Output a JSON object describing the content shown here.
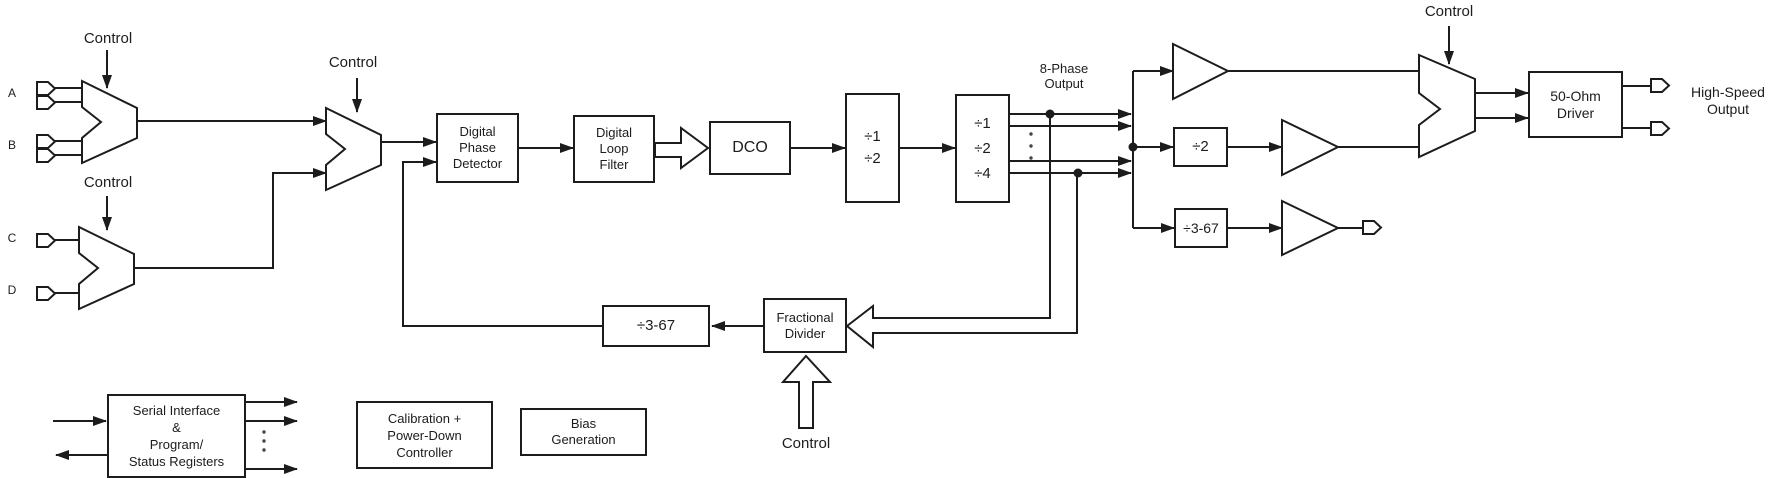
{
  "colors": {
    "line": "#1c1c1c",
    "background": "#ffffff"
  },
  "labels": {
    "control": "Control",
    "input_a": "A",
    "input_b": "B",
    "input_c": "C",
    "input_d": "D",
    "phase_output_line1": "8-Phase",
    "phase_output_line2": "Output",
    "high_speed_line1": "High-Speed",
    "high_speed_line2": "Output"
  },
  "blocks": {
    "digital_phase_detector": {
      "line1": "Digital",
      "line2": "Phase",
      "line3": "Detector"
    },
    "digital_loop_filter": {
      "line1": "Digital",
      "line2": "Loop",
      "line3": "Filter"
    },
    "dco": {
      "label": "DCO"
    },
    "divider_1_2": {
      "line1": "÷1",
      "line2": "÷2"
    },
    "divider_1_2_4": {
      "line1": "÷1",
      "line2": "÷2",
      "line3": "÷4"
    },
    "divider_2": {
      "label": "÷2"
    },
    "divider_3_67_output": {
      "label": "÷3-67"
    },
    "driver_50_ohm": {
      "line1": "50-Ohm",
      "line2": "Driver"
    },
    "divider_3_67_feedback": {
      "label": "÷3-67"
    },
    "fractional_divider": {
      "line1": "Fractional",
      "line2": "Divider"
    },
    "serial_interface": {
      "line1": "Serial Interface",
      "line2": "&",
      "line3": "Program/",
      "line4": "Status Registers"
    },
    "calibration_power_down": {
      "line1": "Calibration +",
      "line2": "Power-Down",
      "line3": "Controller"
    },
    "bias_generation": {
      "line1": "Bias",
      "line2": "Generation"
    }
  }
}
